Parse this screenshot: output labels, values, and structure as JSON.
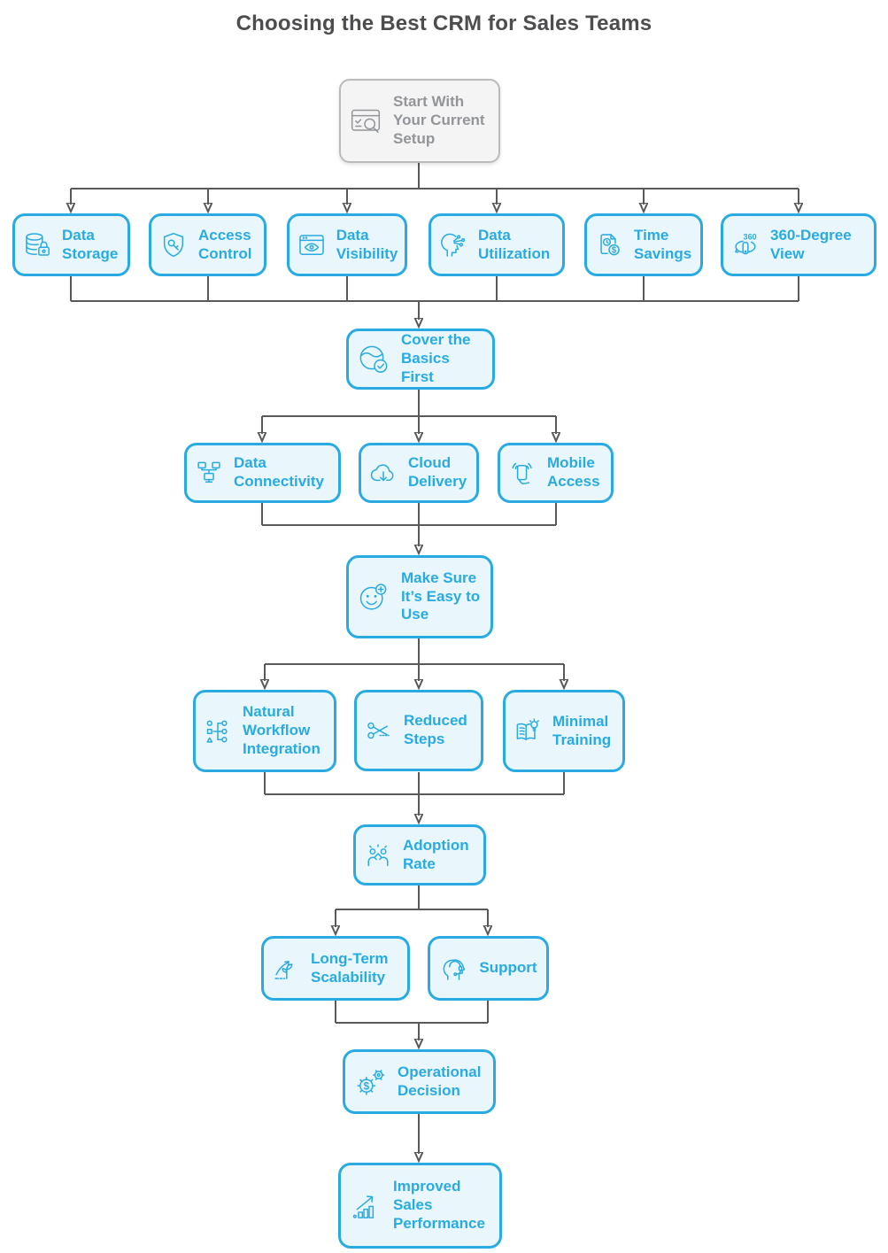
{
  "title": "Choosing the Best CRM for Sales Teams",
  "colors": {
    "accent": "#29abe2",
    "node_fill": "#e9f7fd",
    "gray_node_fill": "#f4f4f5",
    "gray_node_border": "#b9bbbd",
    "gray_node_text": "#939598",
    "connector": "#58595b",
    "title_text": "#4d4d4f",
    "background": "#ffffff"
  },
  "glyphs": {
    "dollar": "$",
    "three_sixty": "360"
  },
  "nodes": {
    "start": {
      "label": "Start With Your Current Setup"
    },
    "data_storage": {
      "label": "Data Storage"
    },
    "access_control": {
      "label": "Access Control"
    },
    "data_visibility": {
      "label": "Data Visibility"
    },
    "data_utilization": {
      "label": "Data Utilization"
    },
    "time_savings": {
      "label": "Time Savings"
    },
    "degree_view": {
      "label": "360-Degree View"
    },
    "cover_basics": {
      "label": "Cover the Basics First"
    },
    "data_connectivity": {
      "label": "Data Connectivity"
    },
    "cloud_delivery": {
      "label": "Cloud Delivery"
    },
    "mobile_access": {
      "label": "Mobile Access"
    },
    "easy_to_use": {
      "label": "Make Sure It’s Easy to Use"
    },
    "natural_workflow": {
      "label": "Natural Workflow Integration"
    },
    "reduced_steps": {
      "label": "Reduced Steps"
    },
    "minimal_training": {
      "label": "Minimal Training"
    },
    "adoption_rate": {
      "label": "Adoption Rate"
    },
    "longterm_scalability": {
      "label": "Long-Term Scalability"
    },
    "support": {
      "label": "Support"
    },
    "operational_decision": {
      "label": "Operational Decision"
    },
    "improved_sales": {
      "label": "Improved Sales Performance"
    }
  }
}
